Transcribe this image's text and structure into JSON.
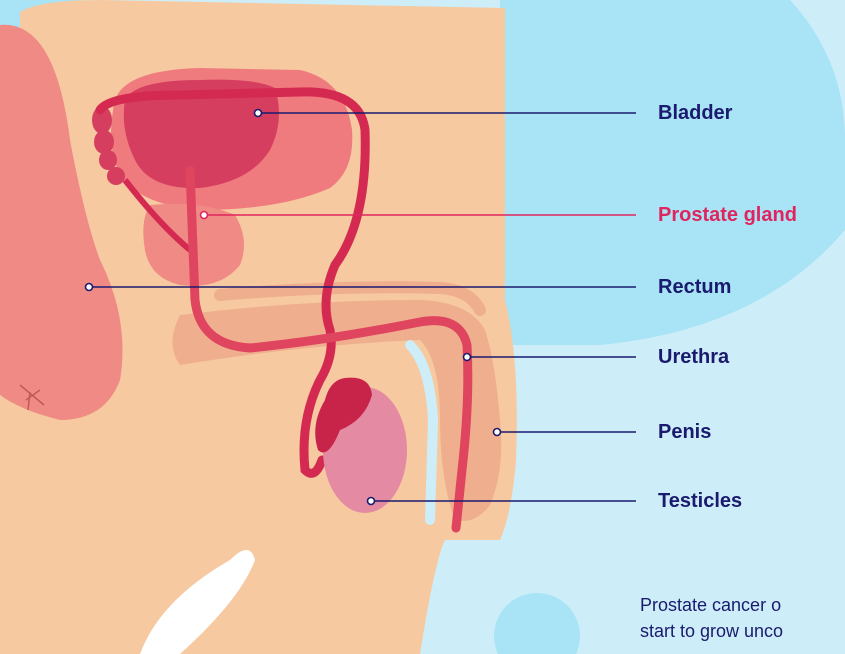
{
  "labels": {
    "bladder": "Bladder",
    "prostate": "Prostate gland",
    "rectum": "Rectum",
    "urethra": "Urethra",
    "penis": "Penis",
    "testicles": "Testicles"
  },
  "caption": {
    "line1": "Prostate cancer o",
    "line2": "start to grow unco"
  },
  "colors": {
    "label": "#1a1a6e",
    "highlight": "#e0245e",
    "background": "#cdeef8",
    "bubble": "#a9e3f6",
    "skin": "#f6c9a1",
    "organ": "#d63e5f",
    "duct": "#d42a52",
    "testicle": "#e48aa2"
  }
}
